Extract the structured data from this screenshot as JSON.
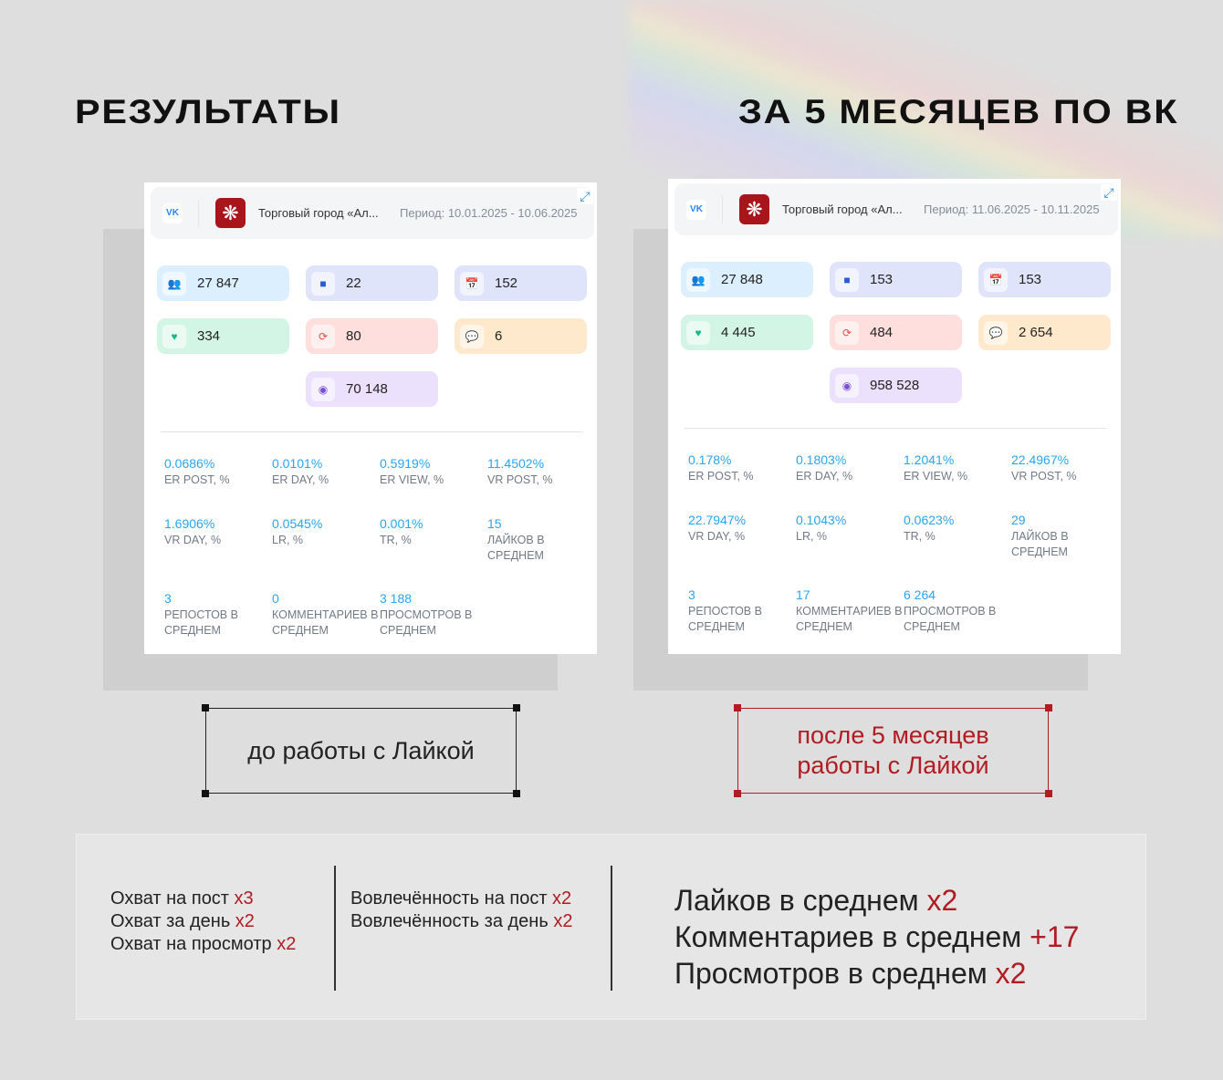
{
  "titles": {
    "left": "РЕЗУЛЬТАТЫ",
    "right": "ЗА 5 МЕСЯЦЕВ ПО ВК"
  },
  "cards": [
    {
      "network": "VK",
      "name": "Торговый город «Ал...",
      "period": "Период: 10.01.2025 - 10.06.2025",
      "tiles": [
        {
          "icon": "users-icon",
          "value": "27 847"
        },
        {
          "icon": "posts-icon",
          "value": "22"
        },
        {
          "icon": "calendar-icon",
          "value": "152"
        },
        {
          "icon": "heart-icon",
          "value": "334"
        },
        {
          "icon": "repost-icon",
          "value": "80"
        },
        {
          "icon": "comment-icon",
          "value": "6"
        },
        {
          "icon": "eye-icon",
          "value": "70 148"
        }
      ],
      "metrics": [
        {
          "value": "0.0686%",
          "label": "ER POST, %"
        },
        {
          "value": "0.0101%",
          "label": "ER DAY, %"
        },
        {
          "value": "0.5919%",
          "label": "ER VIEW, %"
        },
        {
          "value": "11.4502%",
          "label": "VR POST, %"
        },
        {
          "value": "1.6906%",
          "label": "VR DAY, %"
        },
        {
          "value": "0.0545%",
          "label": "LR, %"
        },
        {
          "value": "0.001%",
          "label": "TR, %"
        },
        {
          "value": "15",
          "label": "Лайков в среднем"
        },
        {
          "value": "3",
          "label": "Репостов в среднем"
        },
        {
          "value": "0",
          "label": "Комментариев в среднем"
        },
        {
          "value": "3 188",
          "label": "Просмотров в среднем"
        }
      ]
    },
    {
      "network": "VK",
      "name": "Торговый город «Ал...",
      "period": "Период: 11.06.2025 - 10.11.2025",
      "tiles": [
        {
          "icon": "users-icon",
          "value": "27 848"
        },
        {
          "icon": "posts-icon",
          "value": "153"
        },
        {
          "icon": "calendar-icon",
          "value": "153"
        },
        {
          "icon": "heart-icon",
          "value": "4 445"
        },
        {
          "icon": "repost-icon",
          "value": "484"
        },
        {
          "icon": "comment-icon",
          "value": "2 654"
        },
        {
          "icon": "eye-icon",
          "value": "958 528"
        }
      ],
      "metrics": [
        {
          "value": "0.178%",
          "label": "ER POST, %"
        },
        {
          "value": "0.1803%",
          "label": "ER DAY, %"
        },
        {
          "value": "1.2041%",
          "label": "ER VIEW, %"
        },
        {
          "value": "22.4967%",
          "label": "VR POST, %"
        },
        {
          "value": "22.7947%",
          "label": "VR DAY, %"
        },
        {
          "value": "0.1043%",
          "label": "LR, %"
        },
        {
          "value": "0.0623%",
          "label": "TR, %"
        },
        {
          "value": "29",
          "label": "Лайков в среднем"
        },
        {
          "value": "3",
          "label": "Репостов в среднем"
        },
        {
          "value": "17",
          "label": "Комментариев в среднем"
        },
        {
          "value": "6 264",
          "label": "Просмотров в среднем"
        }
      ]
    }
  ],
  "tags": {
    "before": "до работы с Лайкой",
    "after": "после 5 месяцев работы с Лайкой"
  },
  "summary": {
    "reach": [
      {
        "text": "Охват на пост ",
        "mult": "x3"
      },
      {
        "text": "Охват за день ",
        "mult": "x2"
      },
      {
        "text": "Охват на просмотр ",
        "mult": "x2"
      }
    ],
    "engagement": [
      {
        "text": "Вовлечённость на пост ",
        "mult": "x2"
      },
      {
        "text": "Вовлечённость за день ",
        "mult": "x2"
      }
    ],
    "averages": [
      {
        "text": "Лайков в среднем ",
        "mult": "x2"
      },
      {
        "text": "Комментариев в среднем ",
        "mult": "+17"
      },
      {
        "text": "Просмотров в среднем ",
        "mult": "x2"
      }
    ]
  },
  "colors": {
    "accent": "#b01c22",
    "metric": "#2aa5f0"
  }
}
